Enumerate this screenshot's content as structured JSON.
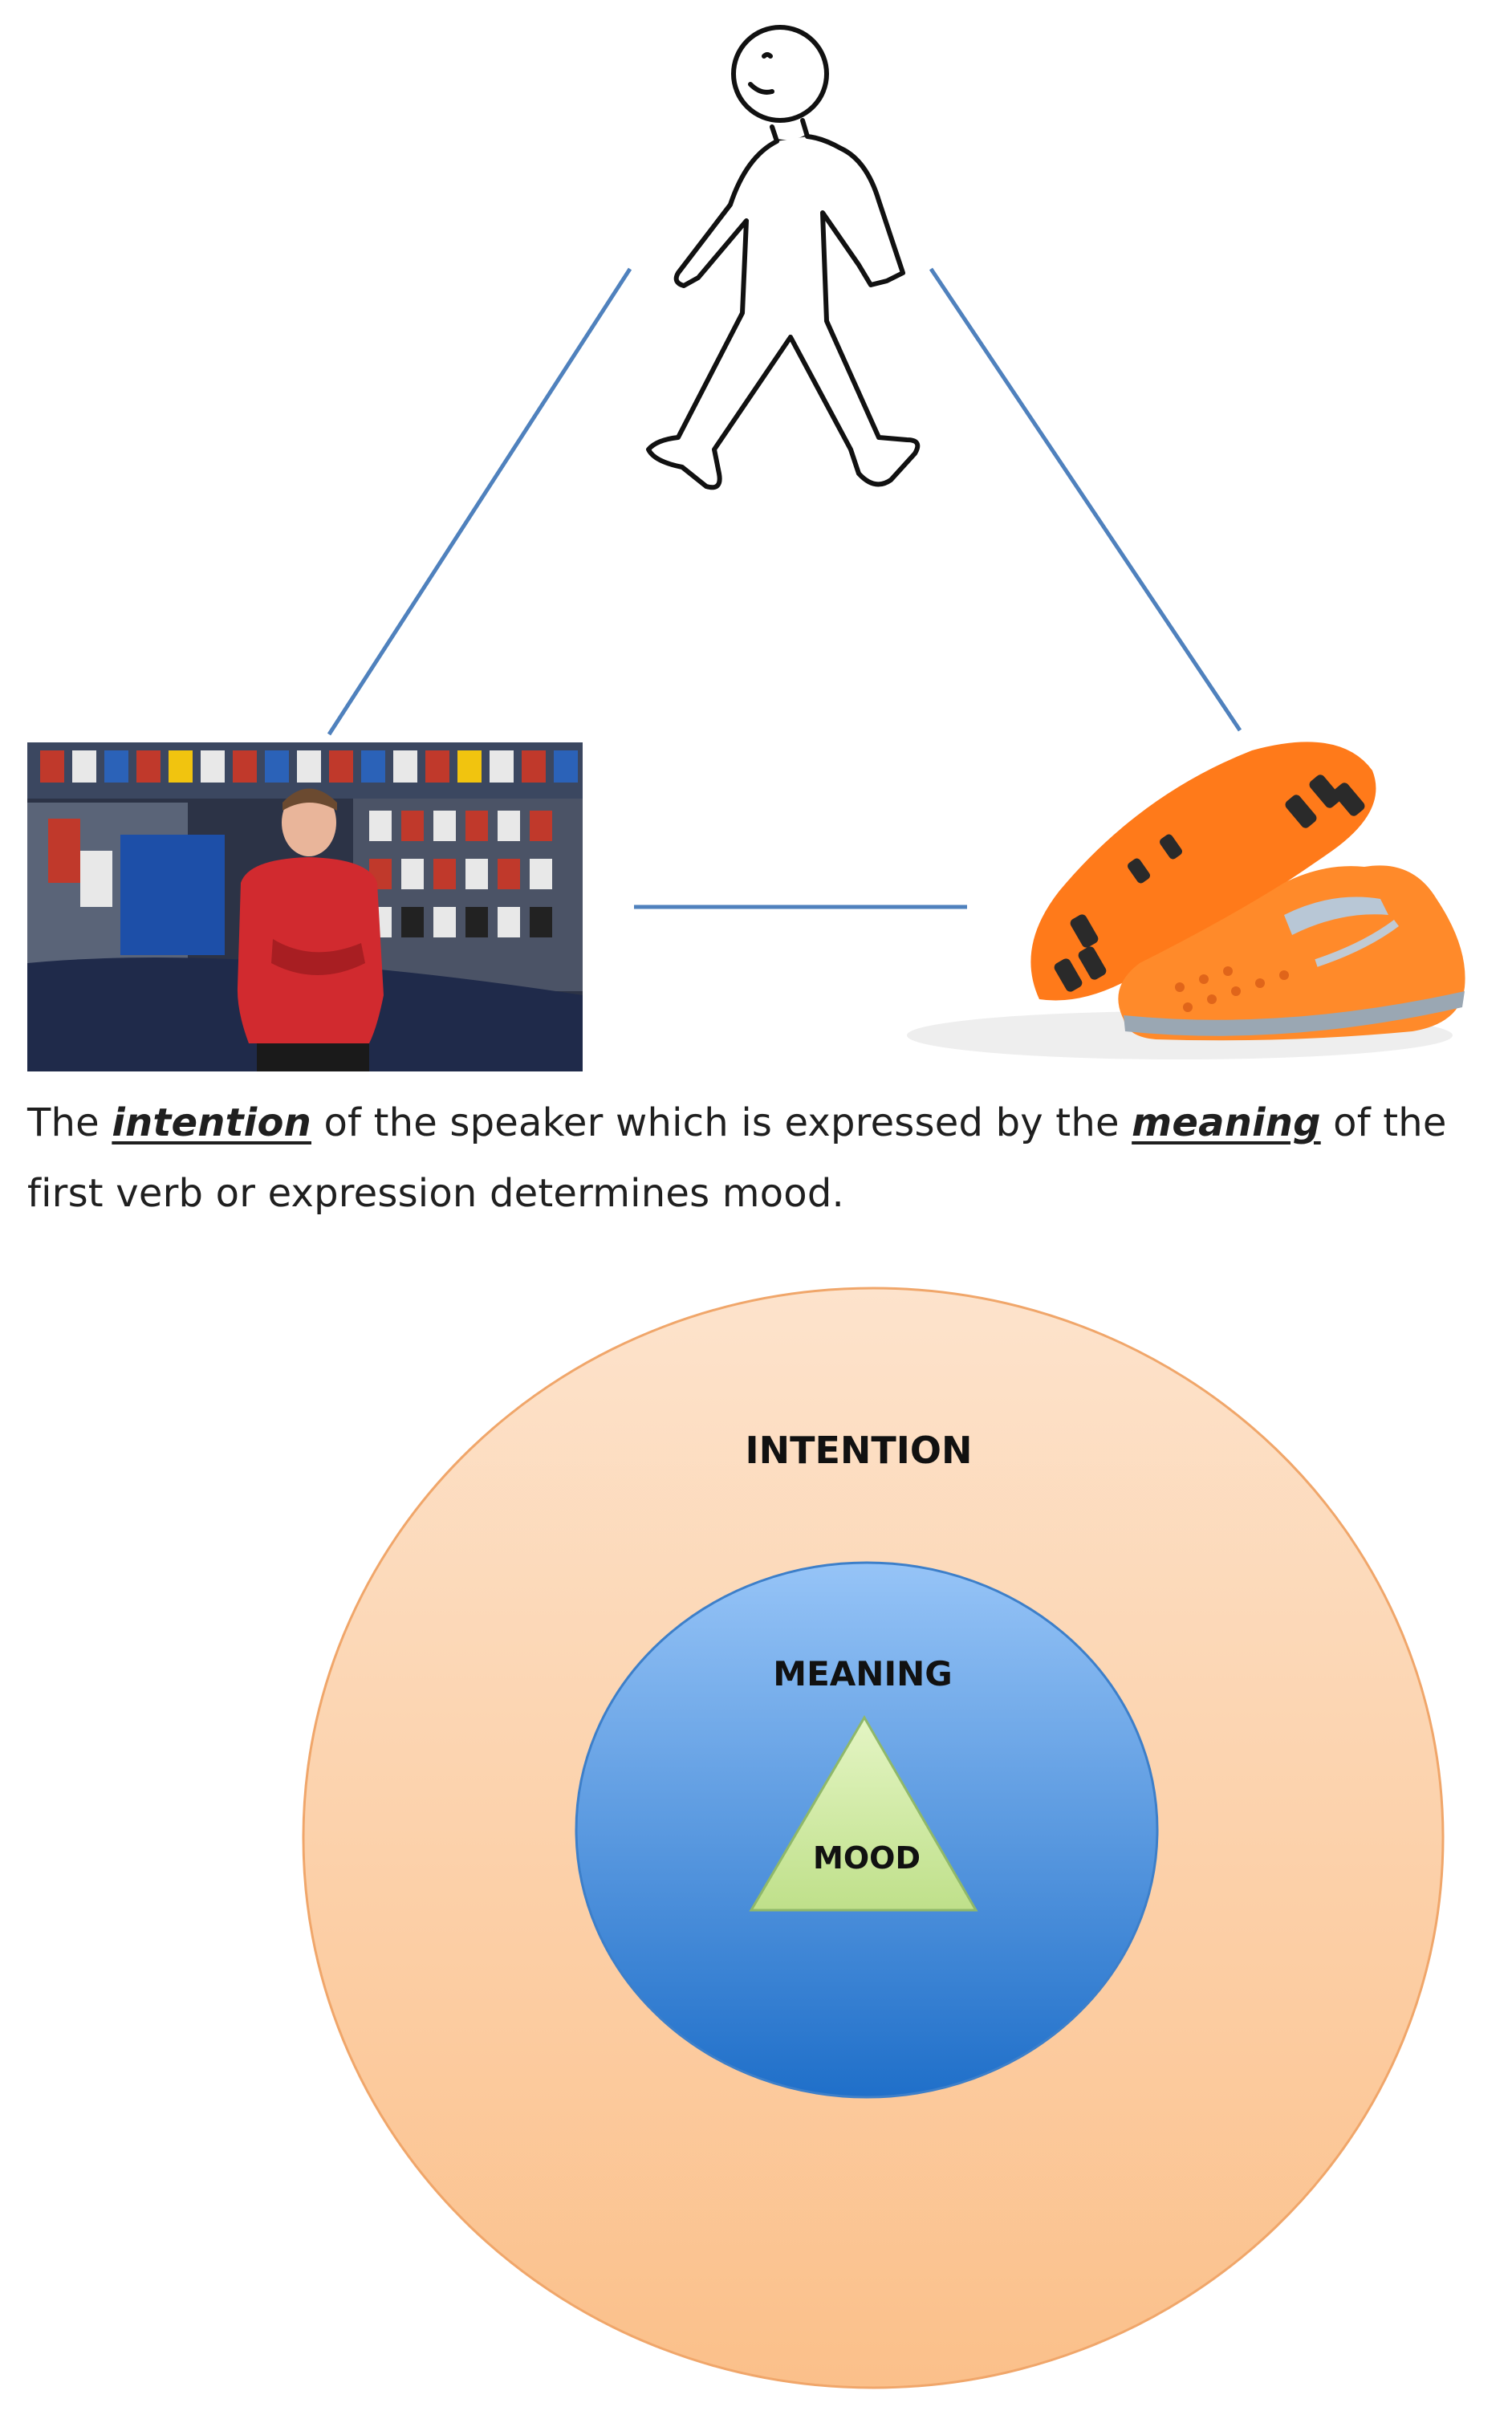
{
  "top_diagram": {
    "figure_icon": "walking-person-icon",
    "left_image": "shop-assistant-photo",
    "right_image": "orange-running-shoe-photo",
    "connector_color": "#4f81bd"
  },
  "caption": {
    "part1": "The ",
    "keyword1": "intention",
    "part2": " of the speaker which is expressed by the ",
    "keyword2": "meaning",
    "part3": " of the first verb or expression determines mood."
  },
  "nested_diagram": {
    "outer_label": "INTENTION",
    "middle_label": "MEANING",
    "inner_label": "MOOD",
    "outer_color": "#fbc796",
    "middle_color": "#4a90d9",
    "inner_color": "#c9e59a"
  }
}
